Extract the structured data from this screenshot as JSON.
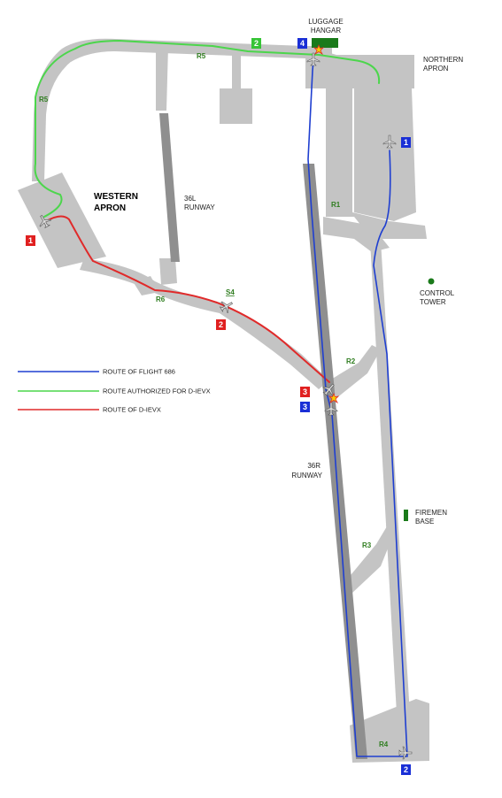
{
  "labels": {
    "luggage_hangar": [
      "LUGGAGE",
      "HANGAR"
    ],
    "northern_apron": [
      "NORTHERN",
      "APRON"
    ],
    "western_apron": [
      "WESTERN",
      "APRON"
    ],
    "runway_36l": [
      "36L",
      "RUNWAY"
    ],
    "runway_36r": [
      "36R",
      "RUNWAY"
    ],
    "control_tower": [
      "CONTROL",
      "TOWER"
    ],
    "firemen_base": [
      "FIREMEN",
      "BASE"
    ]
  },
  "taxiways": {
    "r1": "R1",
    "r2": "R2",
    "r3": "R3",
    "r4": "R4",
    "r5_north": "R5",
    "r5_west": "R5",
    "r6": "R6",
    "s4": "S4"
  },
  "markers": {
    "blue_1": "1",
    "blue_2": "2",
    "blue_3": "3",
    "blue_4": "4",
    "red_1": "1",
    "red_2": "2",
    "red_3": "3",
    "green_2": "2"
  },
  "legend": [
    {
      "label": "ROUTE OF FLIGHT 686",
      "color": "#1f3fd0"
    },
    {
      "label": "ROUTE AUTHORIZED FOR D-IEVX",
      "color": "#4cd64c"
    },
    {
      "label": "ROUTE OF D-IEVX",
      "color": "#e02a2a"
    }
  ],
  "colors": {
    "pavement": "#c4c4c4",
    "runway": "#8f8f8f",
    "flight_686": "#1f3fd0",
    "authorized": "#4cd64c",
    "d_ievx": "#e02a2a",
    "marker_blue": "#1a2fd6",
    "marker_red": "#e02020",
    "marker_green": "#36c436",
    "building": "#1a7a1a"
  }
}
